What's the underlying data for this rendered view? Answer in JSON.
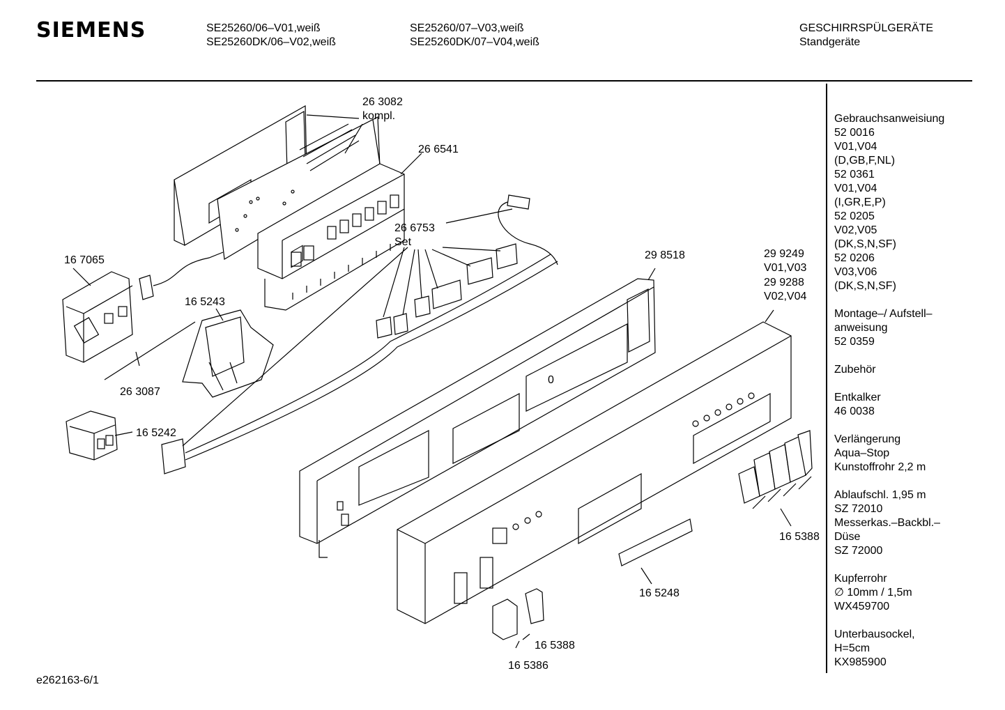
{
  "header": {
    "brand": "SIEMENS",
    "models_col1": [
      "SE25260/06–V01,weiß",
      "SE25260DK/06–V02,weiß"
    ],
    "models_col2": [
      "SE25260/07–V03,weiß",
      "SE25260DK/07–V04,weiß"
    ],
    "category": "GESCHIRRSPÜLGERÄTE",
    "subcategory": "Standgeräte"
  },
  "callouts": {
    "c263082": "26 3082",
    "kompl": "kompl.",
    "c266541": "26 6541",
    "c266753": "26 6753",
    "set": "Set",
    "c167065": "16 7065",
    "c165243": "16 5243",
    "c263087": "26 3087",
    "c165242": "16 5242",
    "c298518": "29 8518",
    "c299249": "29 9249",
    "v01v03": "V01,V03",
    "c299288": "29 9288",
    "v02v04": "V02,V04",
    "c165388a": "16 5388",
    "c165248": "16 5248",
    "c165388b": "16 5388",
    "c165386": "16 5386",
    "zero": "0"
  },
  "sidebar": [
    [
      "Gebrauchsanweisiung",
      "52 0016",
      "V01,V04",
      "(D,GB,F,NL)",
      "52 0361",
      "V01,V04",
      "(I,GR,E,P)",
      "52 0205",
      "V02,V05",
      "(DK,S,N,SF)",
      "52 0206",
      "V03,V06",
      "(DK,S,N,SF)"
    ],
    [
      "Montage–/ Aufstell–",
      "anweisung",
      "52 0359"
    ],
    [
      "Zubehör"
    ],
    [
      "Entkalker",
      "46 0038"
    ],
    [
      "Verlängerung",
      "Aqua–Stop",
      "Kunstoffrohr 2,2 m"
    ],
    [
      "Ablaufschl. 1,95 m",
      "SZ 72010",
      "Messerkas.–Backbl.–",
      "Düse",
      "SZ 72000"
    ],
    [
      "Kupferrohr",
      "∅ 10mm / 1,5m",
      "WX459700"
    ],
    [
      "Unterbausockel,",
      "H=5cm",
      "KX985900"
    ]
  ],
  "footer": {
    "drawing_id": "e262163-6/1"
  }
}
